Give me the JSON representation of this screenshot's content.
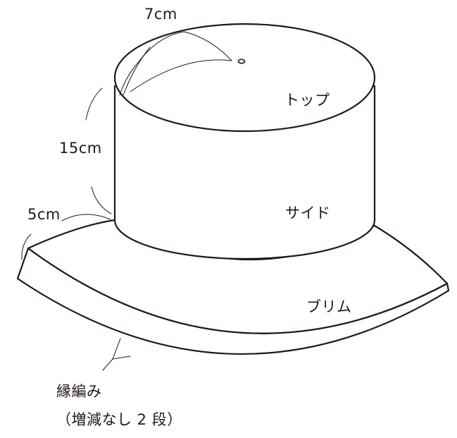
{
  "labels": {
    "top_width": "7cm",
    "side_height": "15cm",
    "brim_width": "5cm",
    "top_part": "トップ",
    "side_part": "サイド",
    "brim_part": "ブリム",
    "edge_line1": "縁編み",
    "edge_line2": "（増減なし 2 段）"
  },
  "colors": {
    "line": "#231815",
    "background": "#ffffff"
  }
}
